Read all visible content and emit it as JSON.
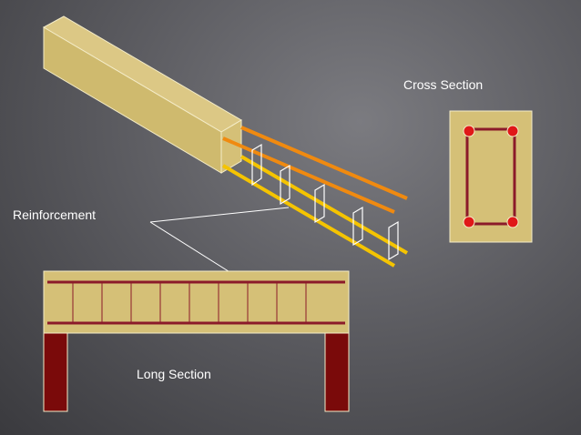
{
  "labels": {
    "cross_section": "Cross Section",
    "reinforcement": "Reinforcement",
    "long_section": "Long Section"
  },
  "colors": {
    "concrete": "#d5c077",
    "concrete_side": "#cfba6e",
    "concrete_top": "#dcc885",
    "steel_main": "#8b1a2a",
    "support_column": "#7a0a0a",
    "rebar_orange": "#f08a10",
    "rebar_yellow": "#f5c400",
    "rebar_dot": "#e01818",
    "label_text": "#ffffff"
  }
}
